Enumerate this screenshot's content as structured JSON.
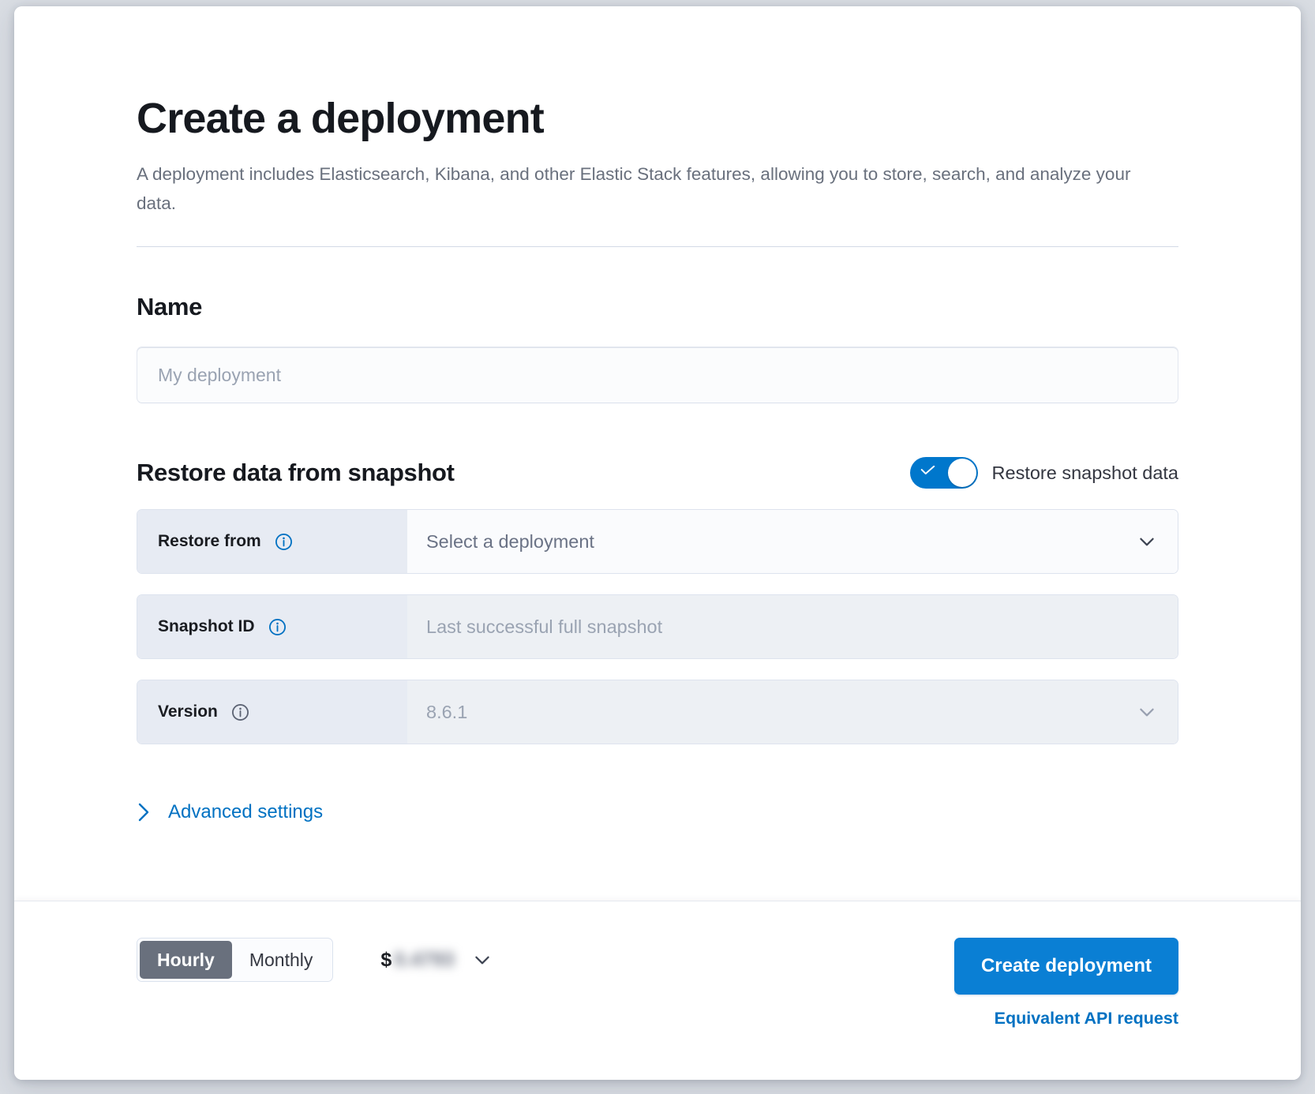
{
  "page": {
    "title": "Create a deployment",
    "subtitle": "A deployment includes Elasticsearch, Kibana, and other Elastic Stack features, allowing you to store, search, and analyze your data."
  },
  "name_section": {
    "heading": "Name",
    "input_placeholder": "My deployment",
    "input_value": ""
  },
  "restore_section": {
    "heading": "Restore data from snapshot",
    "toggle": {
      "label": "Restore snapshot data",
      "state": "on",
      "on_color": "#0077cc"
    },
    "rows": [
      {
        "label": "Restore from",
        "value": "Select a deployment",
        "control": "select",
        "disabled": false,
        "info_icon": "info-icon",
        "info_icon_color": "#0071c2"
      },
      {
        "label": "Snapshot ID",
        "value": "Last successful full snapshot",
        "control": "text",
        "disabled": true,
        "info_icon": "info-icon",
        "info_icon_color": "#0071c2"
      },
      {
        "label": "Version",
        "value": "8.6.1",
        "control": "select",
        "disabled": true,
        "info_icon": "info-icon",
        "info_icon_color": "#69707d"
      }
    ],
    "advanced_settings_label": "Advanced settings"
  },
  "footer": {
    "billing_options": [
      {
        "label": "Hourly",
        "selected": true
      },
      {
        "label": "Monthly",
        "selected": false
      }
    ],
    "price_currency_symbol": "$",
    "price_amount": "0.4793",
    "price_amount_obscured": true,
    "create_button_label": "Create deployment",
    "api_link_label": "Equivalent API request",
    "accent_color": "#0a7fd4"
  }
}
